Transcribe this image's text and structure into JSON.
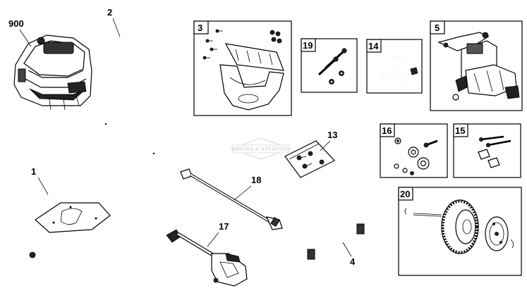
{
  "callouts": {
    "engine": "900",
    "handle": "2",
    "frame": "1",
    "cap_kit": "3",
    "bolt_kit_19": "19",
    "bracket_14": "14",
    "pump": "5",
    "hardware_bag": "13",
    "axle_kit_16": "16",
    "bolt_kit_15": "15",
    "lance": "18",
    "gun": "17",
    "hose": "4",
    "wheel_kit": "20"
  },
  "watermark": "BRIGGS & STRATTON",
  "colors": {
    "line": "#000000",
    "background": "#ffffff",
    "watermark": "#d8d8d8"
  }
}
